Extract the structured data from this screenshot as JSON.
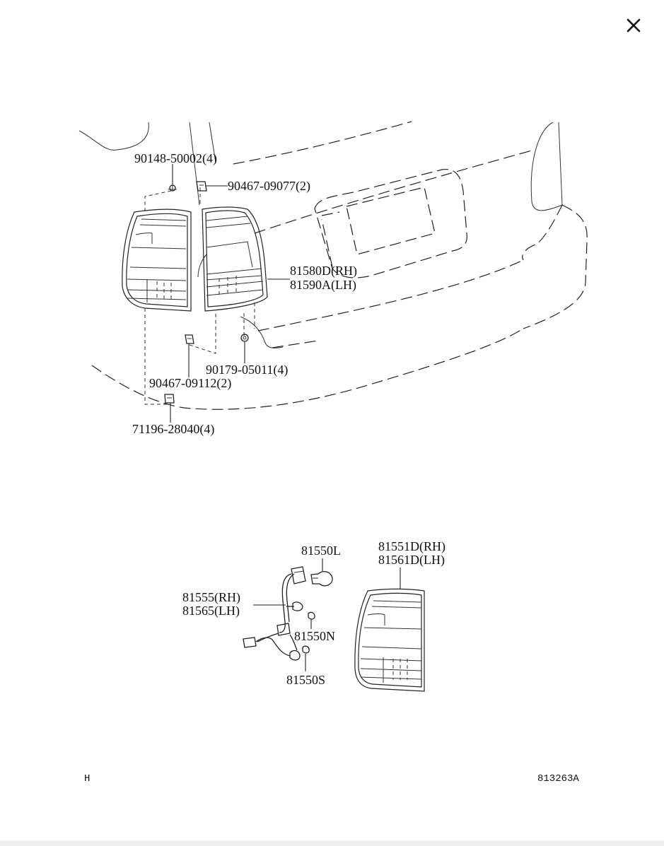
{
  "window": {
    "close_icon": "close-icon"
  },
  "labels": {
    "screw_top": "90148-50002(4)",
    "clip_top": "90467-09077(2)",
    "lamp_assy_rh": "81580D(RH)",
    "lamp_assy_lh": "81590A(LH)",
    "nut": "90179-05011(4)",
    "clip_bottom": "90467-09112(2)",
    "retainer": "71196-28040(4)",
    "bulb_l": "81550L",
    "lens_rh": "81551D(RH)",
    "lens_lh": "81561D(LH)",
    "socket_rh": "81555(RH)",
    "socket_lh": "81565(LH)",
    "bulb_n": "81550N",
    "bulb_s": "81550S"
  },
  "footer": {
    "left_code": "H",
    "right_code": "813263A"
  }
}
